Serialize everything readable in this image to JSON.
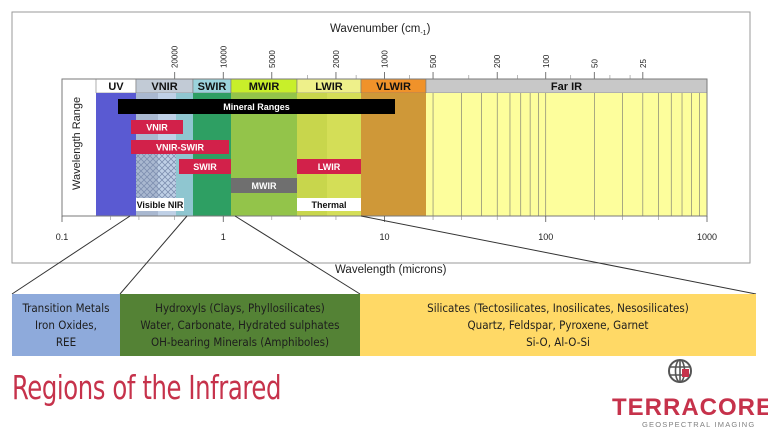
{
  "diagram": {
    "top_axis_title": "Wavenumber (cm",
    "top_axis_unit_sup": "-1",
    "top_axis_unit_close": ")",
    "bottom_axis_title": "Wavelength (microns)",
    "side_axis_title": "Wavelength Range",
    "wavenumber_ticks": [
      "20000",
      "10000",
      "5000",
      "2000",
      "1000",
      "500",
      "200",
      "100",
      "50",
      "25"
    ],
    "wavelength_ticks": [
      "0.1",
      "1",
      "10",
      "100",
      "1000"
    ],
    "bands": [
      {
        "label": "UV",
        "color": "#5a5ad2",
        "header_color": "#ffffff"
      },
      {
        "label": "VNIR",
        "color": "#b9c8de",
        "header_color": "#c2cbd6"
      },
      {
        "label": "SWIR",
        "color": "#2e9f63",
        "header_color": "#9bd3dc"
      },
      {
        "label": "MWIR",
        "color": "#93c44a",
        "header_color": "#c8ef2a"
      },
      {
        "label": "LWIR",
        "color": "#d4de57",
        "header_color": "#eef08a"
      },
      {
        "label": "VLWIR",
        "color": "#cf9838",
        "header_color": "#f0922a"
      },
      {
        "label": "Far IR",
        "color": "#fdfe9c",
        "header_color": "#c8c8c8"
      }
    ],
    "range_bars": {
      "mineral": "Mineral Ranges",
      "vnir": "VNIR",
      "vnir_swir": "VNIR-SWIR",
      "swir": "SWIR",
      "lwir": "LWIR",
      "mwir": "MWIR",
      "visible_nir": "Visible NIR",
      "thermal": "Thermal"
    },
    "mineral_groups": [
      {
        "lines": [
          "Transition Metals",
          "Iron Oxides,",
          "REE"
        ],
        "color": "#8eaadb"
      },
      {
        "lines": [
          "Hydroxyls (Clays, Phyllosilicates)",
          "Water, Carbonate, Hydrated sulphates",
          "OH-bearing Minerals (Amphiboles)"
        ],
        "color": "#548235"
      },
      {
        "lines": [
          "Silicates (Tectosilicates, Inosilicates, Nesosilicates)",
          "Quartz, Feldspar, Pyroxene, Garnet",
          "Si-O, Al-O-Si"
        ],
        "color": "#ffd966"
      }
    ],
    "colors": {
      "accent_red": "#d2214a",
      "title_red": "#c6324b",
      "black_bar": "#000000",
      "grey_bar": "#6f6f6f"
    }
  },
  "page_title": "Regions of the Infrared",
  "logo": {
    "name": "TERRACORE",
    "tagline": "GEOSPECTRAL IMAGING",
    "icon": "globe-icon"
  }
}
